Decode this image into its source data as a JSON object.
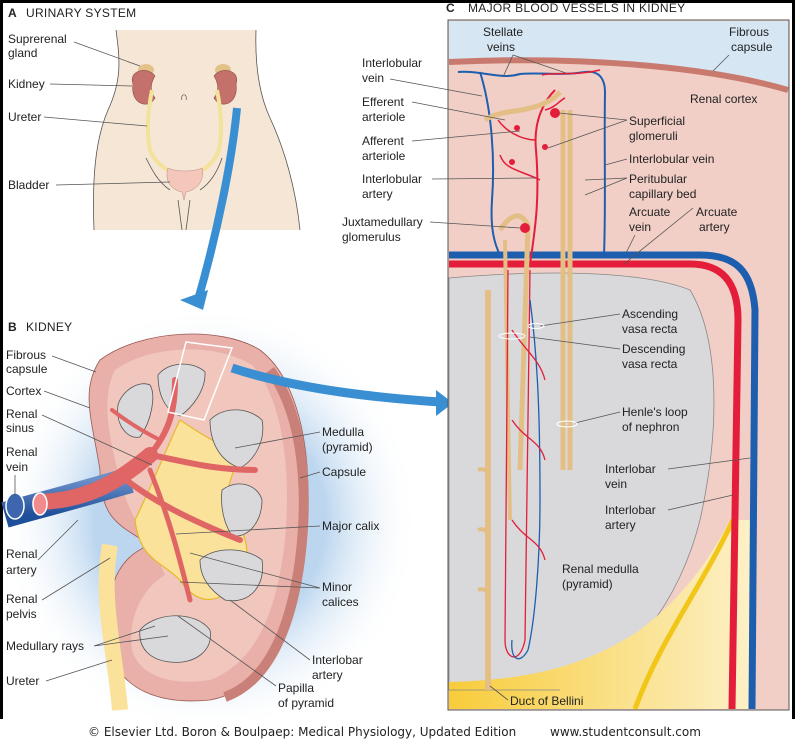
{
  "title": "Urinary system, kidney, and major blood vessels in kidney",
  "panels": {
    "a": {
      "letter": "A",
      "title": "URINARY SYSTEM",
      "labels": {
        "suprarenal_1": "Suprerenal",
        "suprarenal_2": "gland",
        "kidney": "Kidney",
        "ureter": "Ureter",
        "bladder": "Bladder"
      }
    },
    "b": {
      "letter": "B",
      "title": "KIDNEY",
      "labels": {
        "fibrous_capsule_1": "Fibrous",
        "fibrous_capsule_2": "capsule",
        "cortex": "Cortex",
        "renal_sinus_1": "Renal",
        "renal_sinus_2": "sinus",
        "renal_vein_1": "Renal",
        "renal_vein_2": "vein",
        "renal_artery_1": "Renal",
        "renal_artery_2": "artery",
        "renal_pelvis_1": "Renal",
        "renal_pelvis_2": "pelvis",
        "medullary_rays": "Medullary rays",
        "ureter": "Ureter",
        "medulla_1": "Medulla",
        "medulla_2": "(pyramid)",
        "capsule": "Capsule",
        "major_calix": "Major calix",
        "minor_calices_1": "Minor",
        "minor_calices_2": "calices",
        "interlobar_artery_1": "Interlobar",
        "interlobar_artery_2": "artery",
        "papilla_1": "Papilla",
        "papilla_2": "of pyramid"
      }
    },
    "c": {
      "letter": "C",
      "title": "MAJOR BLOOD VESSELS IN KIDNEY",
      "labels": {
        "stellate_1": "Stellate",
        "stellate_2": "veins",
        "fibrous_1": "Fibrous",
        "fibrous_2": "capsule",
        "interlobular_vein_1": "Interlobular",
        "interlobular_vein_2": "vein",
        "efferent_1": "Efferent",
        "efferent_2": "arteriole",
        "afferent_1": "Afferent",
        "afferent_2": "arteriole",
        "interlobular_artery_1": "Interlobular",
        "interlobular_artery_2": "artery",
        "juxta_1": "Juxtamedullary",
        "juxta_2": "glomerulus",
        "renal_cortex": "Renal cortex",
        "superficial_1": "Superficial",
        "superficial_2": "glomeruli",
        "interlobular_vein_r": "Interlobular vein",
        "peritubular_1": "Peritubular",
        "peritubular_2": "capillary bed",
        "arcuate_vein_1": "Arcuate",
        "arcuate_vein_2": "vein",
        "arcuate_artery_1": "Arcuate",
        "arcuate_artery_2": "artery",
        "ascending_1": "Ascending",
        "ascending_2": "vasa recta",
        "descending_1": "Descending",
        "descending_2": "vasa recta",
        "henle_1": "Henle's loop",
        "henle_2": "of nephron",
        "interlobar_vein_1": "Interlobar",
        "interlobar_vein_2": "vein",
        "interlobar_artery_1": "Interlobar",
        "interlobar_artery_2": "artery",
        "renal_medulla_1": "Renal medulla",
        "renal_medulla_2": "(pyramid)",
        "duct_bellini": "Duct of Bellini"
      }
    }
  },
  "footer": {
    "credit": "© Elsevier Ltd. Boron & Boulpaep: Medical Physiology, Updated Edition",
    "url": "www.studentconsult.com"
  },
  "colors": {
    "skin": "#f6e6d6",
    "kidney": "#c4716b",
    "ureter": "#f2e29a",
    "bladder": "#f5c7bb",
    "arrow": "#3a8fd3",
    "artery": "#e41d3a",
    "vein": "#1d5fae",
    "cortex": "#f1cfc6",
    "medulla": "#d9d9dc",
    "capsule_sky": "#d7e6f3",
    "tubule": "#e3bf86",
    "calix": "#fbe29b"
  }
}
